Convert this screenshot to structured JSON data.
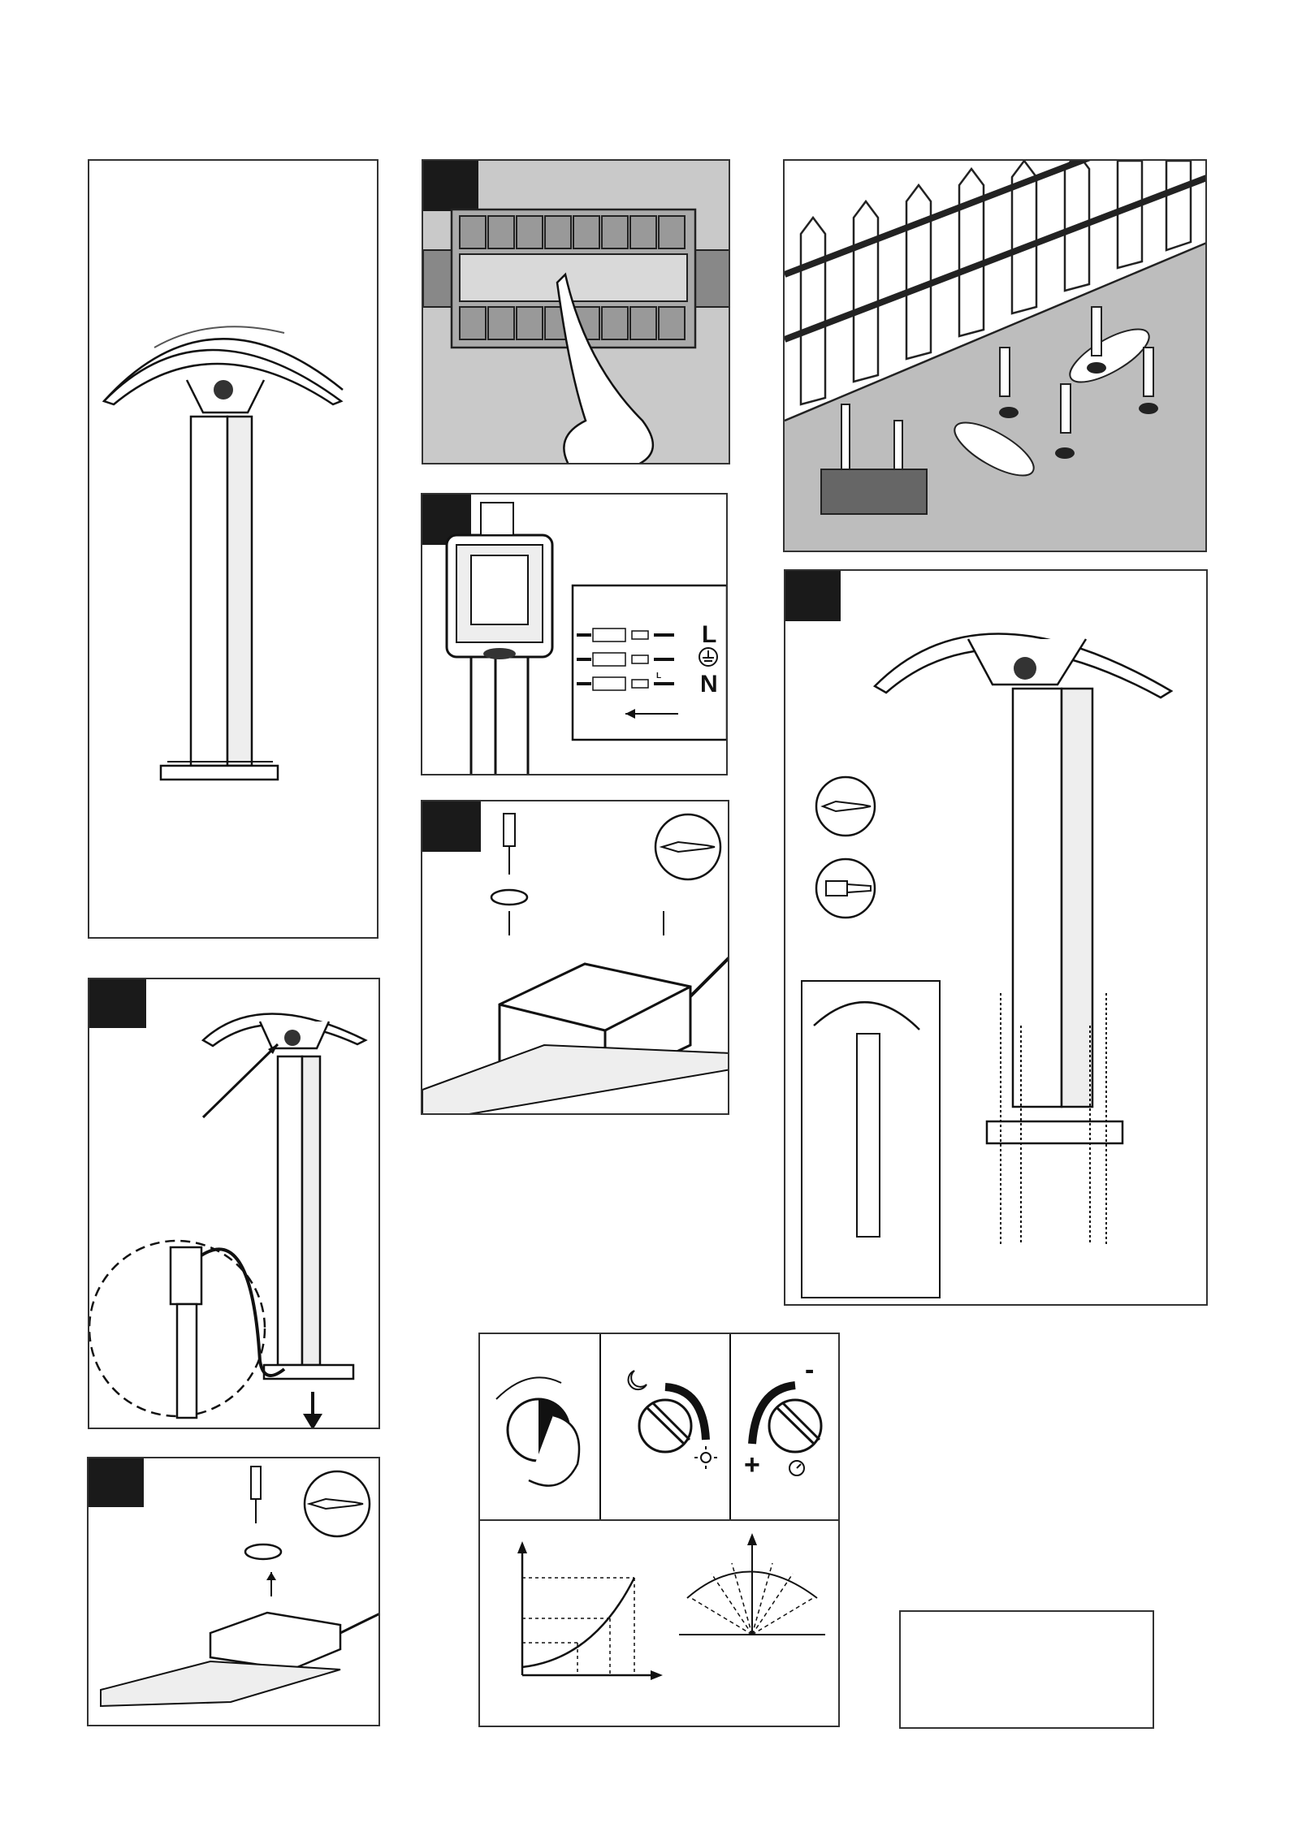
{
  "page": {
    "background": "#ffffff",
    "ink": "#1a1a1a",
    "grey_fill": "#c8c8c8"
  },
  "steps": [
    {
      "id": "lamp-overview",
      "icon": "bollard-lamp-icon"
    },
    {
      "id": "terminal-push",
      "icon": "terminal-block-icon"
    },
    {
      "id": "ground-installation",
      "icon": "fence-and-anchors-icon"
    },
    {
      "id": "wiring",
      "icon": "junction-box-icon"
    },
    {
      "id": "close-junction-box",
      "icon": "screwdriver-icon"
    },
    {
      "id": "mount-lamp",
      "icon": "bollard-lamp-icon"
    },
    {
      "id": "detach-housing",
      "icon": "lamp-housing-icon"
    },
    {
      "id": "tighten-plate",
      "icon": "screwdriver-icon"
    }
  ],
  "wiring": {
    "line_label": "L",
    "neutral_label": "N",
    "small_label": "L",
    "earth_icon": "earth-ground-icon"
  },
  "sensor": {
    "controls": [
      {
        "id": "dial-turn",
        "icon": "rotate-dial-icon"
      },
      {
        "id": "light-adjust",
        "moon_icon": "moon-icon",
        "sun_icon": "sun-icon"
      },
      {
        "id": "time-adjust",
        "minus_label": "-",
        "plus_label": "+",
        "clock_icon": "clock-icon"
      }
    ],
    "graph_icon": "sensitivity-curve-icon",
    "range_icon": "detection-angle-icon"
  },
  "blank_box": {
    "text": ""
  }
}
